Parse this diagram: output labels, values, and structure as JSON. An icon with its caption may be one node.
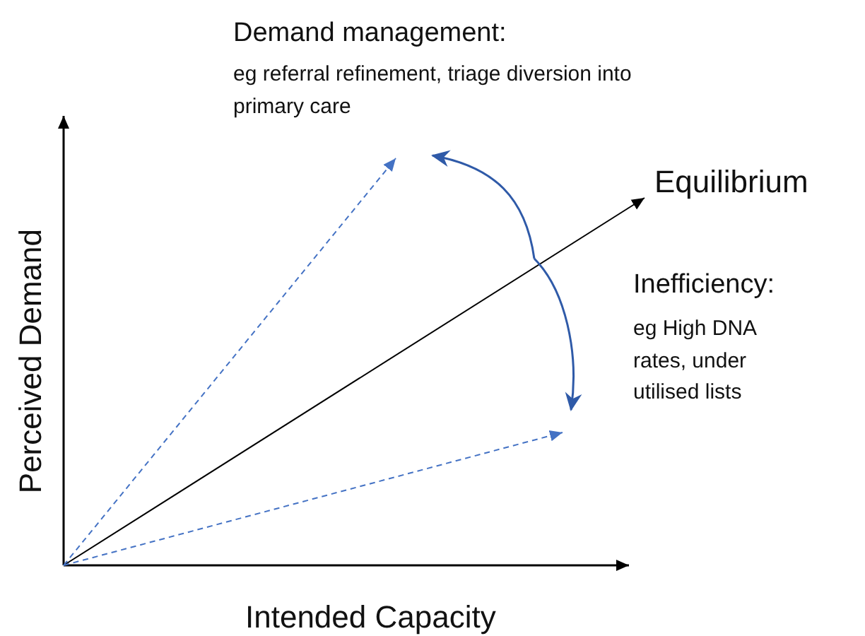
{
  "diagram": {
    "labels": [
      "Demand management:",
      "eg referral refinement, triage diversion into primary care",
      "Equilibrium",
      "Inefficiency:",
      "eg High DNA rates, under utilised lists",
      "Perceived Demand",
      "Intended Capacity"
    ]
  }
}
